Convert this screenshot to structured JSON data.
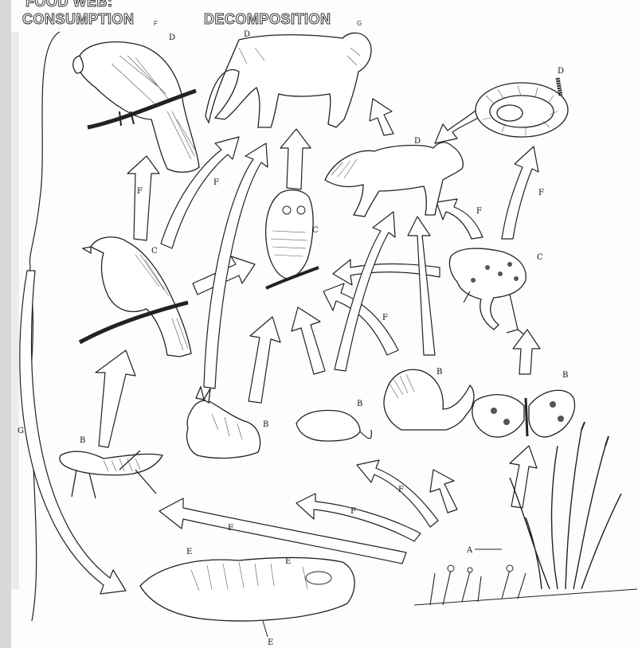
{
  "headers": {
    "partial_top": "FOOD WEB:",
    "consumption": "CONSUMPTION",
    "consumption_sub": "F",
    "decomposition": "DECOMPOSITION",
    "decomposition_sub": "G"
  },
  "labels": {
    "A": "A",
    "B": "B",
    "C": "C",
    "D": "D",
    "E": "E",
    "F": "F",
    "G": "G"
  },
  "organisms": [
    {
      "name": "hawk",
      "letter": "D"
    },
    {
      "name": "mountain lion",
      "letter": "D"
    },
    {
      "name": "rattlesnake",
      "letter": "D"
    },
    {
      "name": "fox",
      "letter": "D"
    },
    {
      "name": "crow",
      "letter": "C"
    },
    {
      "name": "owl",
      "letter": "C"
    },
    {
      "name": "frog",
      "letter": "C"
    },
    {
      "name": "grasshopper",
      "letter": "B"
    },
    {
      "name": "rabbit",
      "letter": "B"
    },
    {
      "name": "mouse",
      "letter": "B"
    },
    {
      "name": "squirrel",
      "letter": "B"
    },
    {
      "name": "butterfly",
      "letter": "B"
    },
    {
      "name": "grasses and flowers",
      "letter": "A"
    },
    {
      "name": "decomposing remains",
      "letter": "E"
    }
  ]
}
